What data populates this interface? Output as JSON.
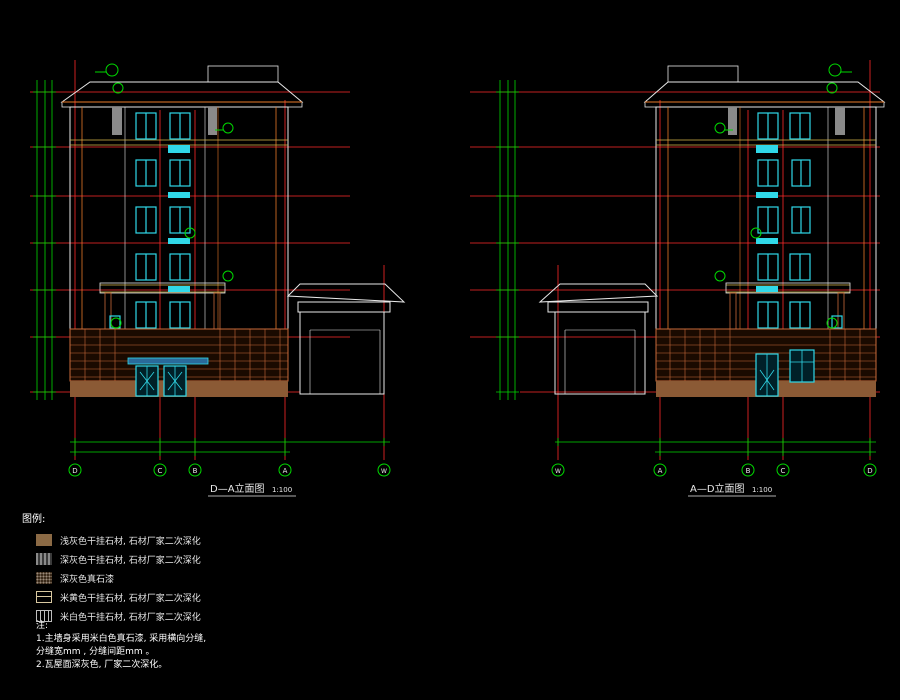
{
  "drawings": {
    "left_title": "D—A立面图",
    "left_scale": "1:100",
    "right_title": "A—D立面图",
    "right_scale": "1:100",
    "left_axes": [
      "D",
      "C",
      "B",
      "A",
      "W"
    ],
    "right_axes": [
      "W",
      "A",
      "B",
      "C",
      "D"
    ]
  },
  "legend": {
    "title": "图例:",
    "items": [
      {
        "label": "浅灰色干挂石材, 石材厂家二次深化",
        "color": "#8b6a45",
        "pattern": "solid"
      },
      {
        "label": "深灰色干挂石材, 石材厂家二次深化",
        "color": "#8a8a8a",
        "pattern": "hatch"
      },
      {
        "label": "深灰色真石漆",
        "color": "#6a5a4a",
        "pattern": "dots"
      },
      {
        "label": "米黄色干挂石材, 石材厂家二次深化",
        "color": "#d8c8a0",
        "pattern": "brick"
      },
      {
        "label": "米白色干挂石材, 石材厂家二次深化",
        "color": "#bdbdbd",
        "pattern": "vlines"
      }
    ]
  },
  "notes": {
    "title": "注:",
    "line1": "1.主墙身采用米白色真石漆, 采用横向分缝,",
    "line2": "分缝宽mm  , 分缝间距mm  。",
    "line3": "2.瓦屋面深灰色, 厂家二次深化。"
  },
  "colors": {
    "background": "#000000",
    "outline": "#e8e8e8",
    "accent_red": "#ff2a2a",
    "accent_green": "#00d800",
    "window": "#30d8e8",
    "brick": "#c86a3a",
    "base": "#8b5a35",
    "orange": "#e87a2a",
    "yellow": "#d8b84a"
  }
}
